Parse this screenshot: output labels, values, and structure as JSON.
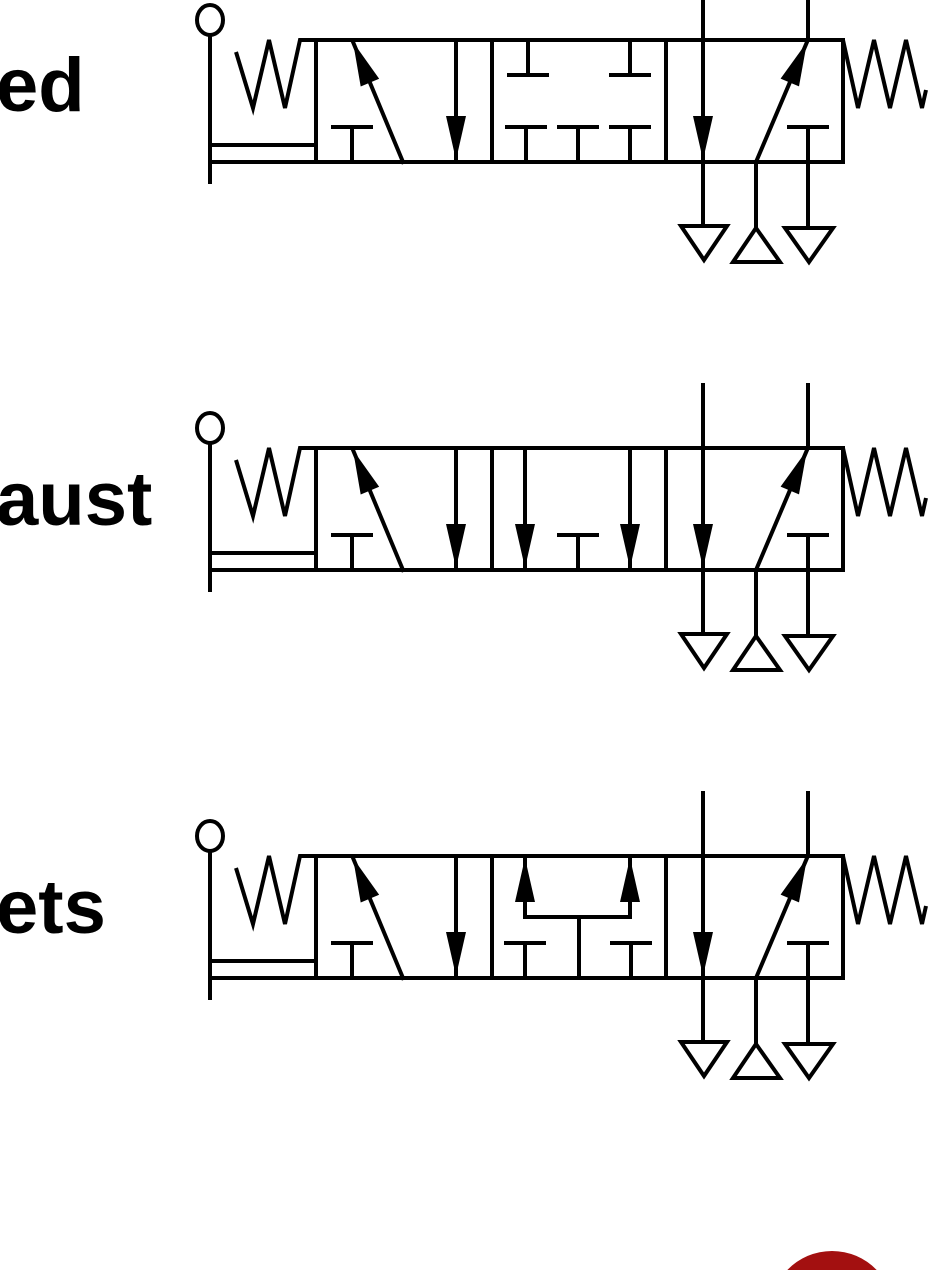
{
  "valves": [
    {
      "label": "ed",
      "center_mode": "closed"
    },
    {
      "label": "aust",
      "center_mode": "exhaust"
    },
    {
      "label": "ets",
      "center_mode": "pressure"
    }
  ],
  "colors": {
    "line": "#000000",
    "logo": "#a31010"
  },
  "logo_icon": "red-circle-logo"
}
